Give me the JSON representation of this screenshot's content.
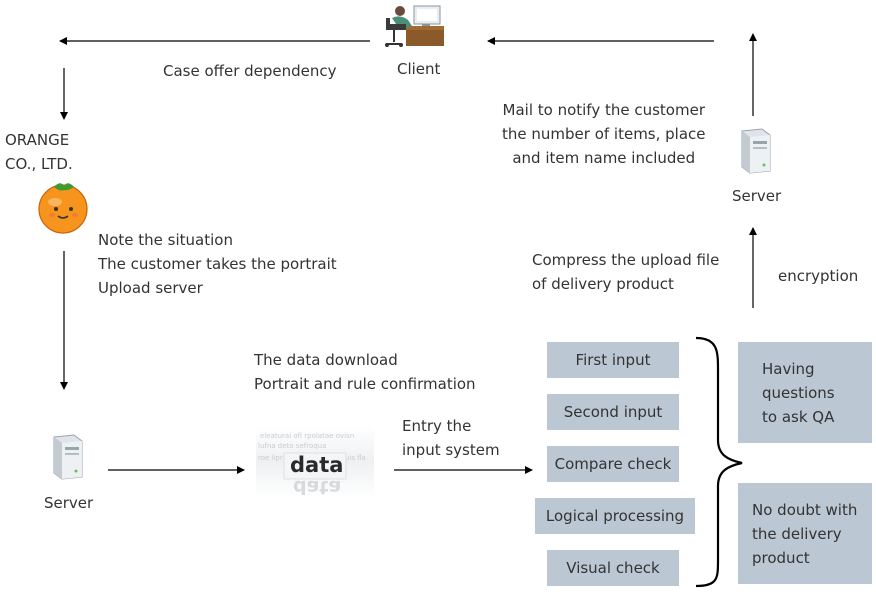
{
  "client": {
    "label": "Client"
  },
  "top_left_edge": {
    "label": "Case offer dependency"
  },
  "company": {
    "line1": "ORANGE",
    "line2": "CO., LTD."
  },
  "note": {
    "lines": [
      "Note the situation",
      "The customer takes the portrait",
      "Upload server"
    ]
  },
  "server_left": {
    "label": "Server"
  },
  "download": {
    "lines": [
      "The data download",
      "Portrait and rule confirmation"
    ]
  },
  "data_image": {
    "word": "data"
  },
  "entry": {
    "lines": [
      "Entry the",
      "input system"
    ]
  },
  "steps": [
    "First input",
    "Second input",
    "Compare check",
    "Logical processing",
    "Visual check"
  ],
  "outcomes": {
    "questions": [
      "Having",
      "questions",
      "to ask QA"
    ],
    "no_doubt": [
      "No doubt with",
      "the delivery",
      "product"
    ]
  },
  "compress": {
    "lines": [
      "Compress the upload file",
      "of delivery product"
    ]
  },
  "encryption": {
    "label": "encryption"
  },
  "server_right": {
    "label": "Server"
  },
  "mail": {
    "lines": [
      "Mail to notify the customer",
      "the number of items, place",
      "and item name included"
    ]
  },
  "colors": {
    "box_fill": "#bcc7d4",
    "line": "#000000",
    "orange": "#f7941d"
  }
}
